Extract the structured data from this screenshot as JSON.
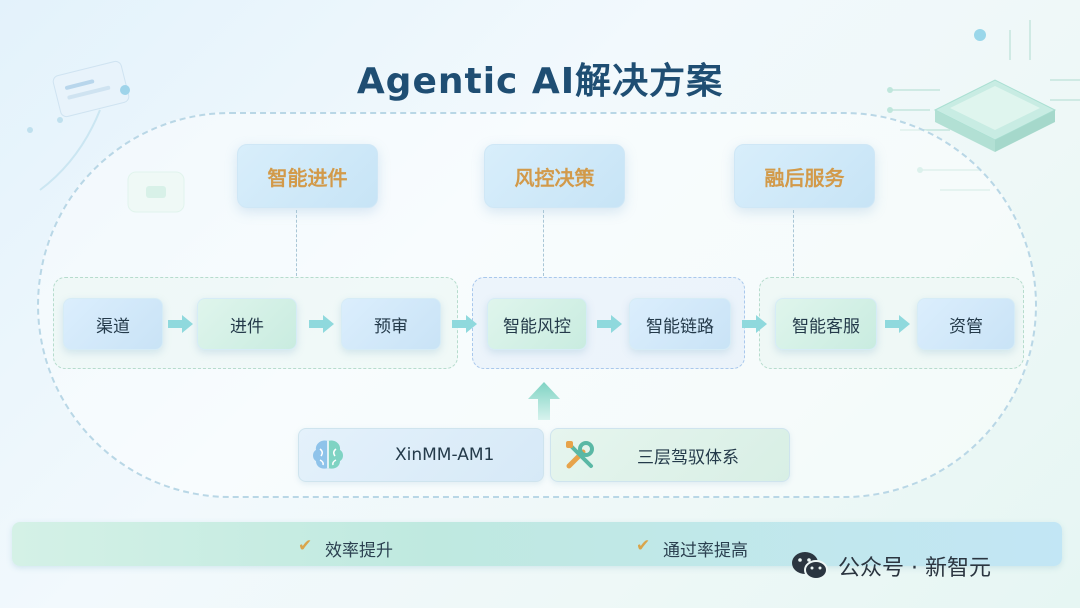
{
  "title": "Agentic AI解决方案",
  "headers": [
    {
      "label": "智能进件"
    },
    {
      "label": "风控决策"
    },
    {
      "label": "融后服务"
    }
  ],
  "flow_nodes": [
    {
      "label": "渠道"
    },
    {
      "label": "进件"
    },
    {
      "label": "预审"
    },
    {
      "label": "智能风控"
    },
    {
      "label": "智能链路"
    },
    {
      "label": "智能客服"
    },
    {
      "label": "资管"
    }
  ],
  "foundation": {
    "model_label": "XinMM-AM1",
    "system_label": "三层驾驭体系"
  },
  "benefits": [
    {
      "label": "效率提升"
    },
    {
      "label": "通过率提高"
    }
  ],
  "watermark": {
    "text": "公众号 · 新智元"
  },
  "colors": {
    "title": "#1f4e73",
    "header_text": "#d29a4a",
    "check": "#d9a54c",
    "arrow": "#8fd9dd"
  }
}
